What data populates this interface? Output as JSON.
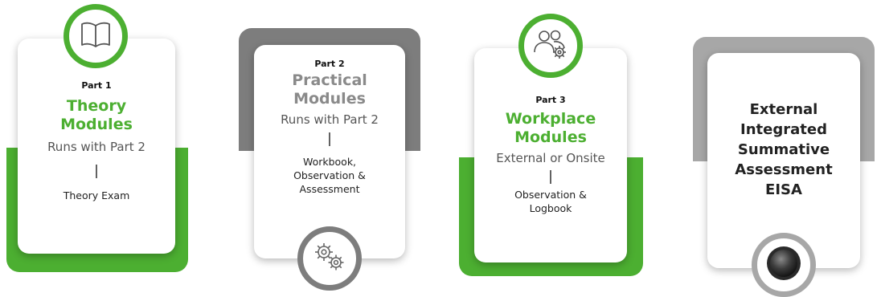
{
  "colors": {
    "green": "#4caf31",
    "dark_gray": "#7d7d7d",
    "light_gray": "#a7a7a7",
    "title_gray": "#8a8a8a"
  },
  "blocks": [
    {
      "part": "Part 1",
      "title_line1": "Theory",
      "title_line2": "Modules",
      "subtitle": "Runs with Part 2",
      "separator": "|",
      "detail_line1": "Theory Exam",
      "icon": "book-icon"
    },
    {
      "part": "Part 2",
      "title_line1": "Practical",
      "title_line2": "Modules",
      "subtitle": "Runs with Part 2",
      "separator": "|",
      "detail_line1": "Workbook,",
      "detail_line2": "Observation &",
      "detail_line3": "Assessment",
      "icon": "gears-icon"
    },
    {
      "part": "Part 3",
      "title_line1": "Workplace",
      "title_line2": "Modules",
      "subtitle": "External or Onsite",
      "separator": "|",
      "detail_line1": "Observation &",
      "detail_line2": "Logbook",
      "icon": "people-gear-icon"
    },
    {
      "line1": "External",
      "line2": "Integrated",
      "line3": "Summative",
      "line4": "Assessment",
      "line5": "EISA",
      "icon": "button-icon"
    }
  ]
}
